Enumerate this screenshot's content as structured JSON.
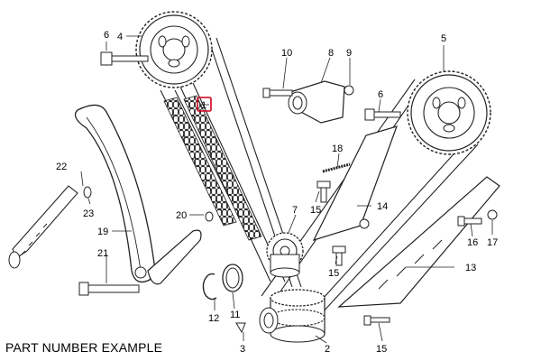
{
  "caption": "PART NUMBER EXAMPLE",
  "callouts": {
    "n1": "1",
    "n2": "2",
    "n3": "3",
    "n4": "4",
    "n5": "5",
    "n6a": "6",
    "n6b": "6",
    "n7": "7",
    "n8": "8",
    "n9": "9",
    "n10": "10",
    "n11": "11",
    "n12": "12",
    "n13": "13",
    "n14": "14",
    "n15a": "15",
    "n15b": "15",
    "n15c": "15",
    "n16": "16",
    "n17": "17",
    "n18": "18",
    "n19": "19",
    "n20": "20",
    "n21": "21",
    "n22": "22",
    "n23": "23"
  },
  "highlight_color": "#d0021b"
}
